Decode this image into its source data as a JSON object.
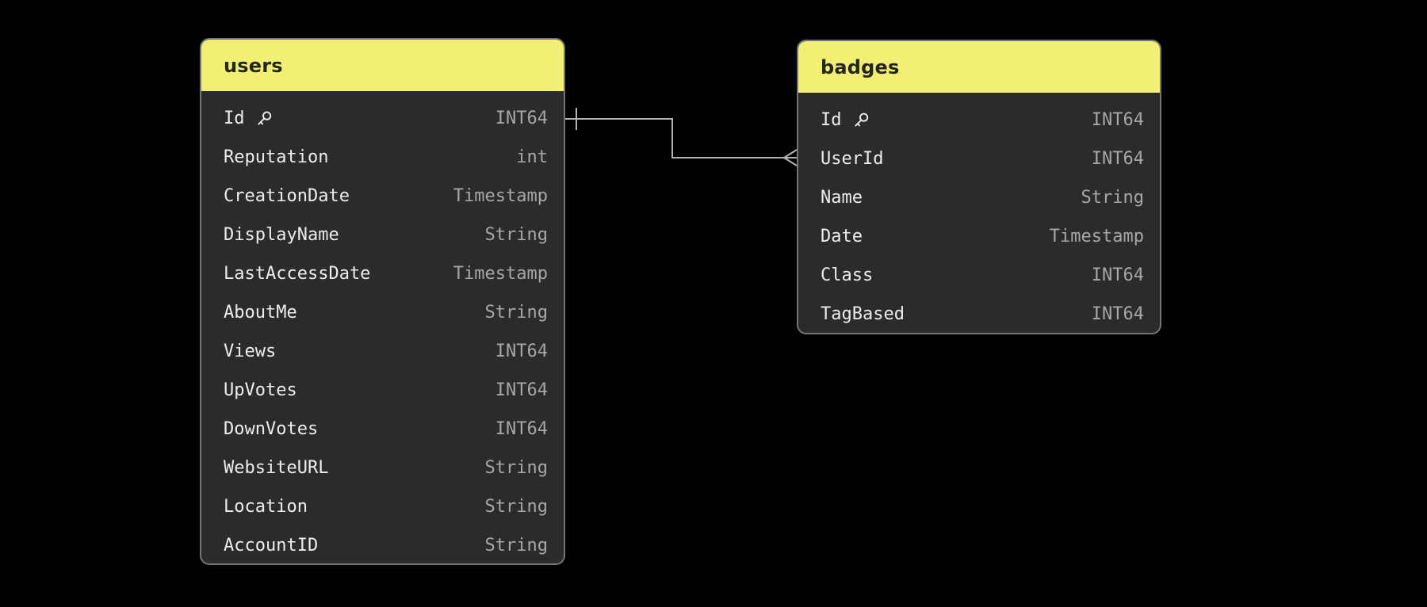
{
  "diagram": {
    "background_color": "#000000",
    "connector_color": "#b3b3b3",
    "card_body_color": "#2b2b2b",
    "card_border_color": "#757575",
    "header_color": "#f2ef75",
    "field_name_color": "#ededed",
    "field_type_color": "#a7a7ab",
    "key_icon": "key-icon"
  },
  "tables": [
    {
      "name": "users",
      "fields": [
        {
          "name": "Id",
          "type": "INT64",
          "primary_key": true
        },
        {
          "name": "Reputation",
          "type": "int",
          "primary_key": false
        },
        {
          "name": "CreationDate",
          "type": "Timestamp",
          "primary_key": false
        },
        {
          "name": "DisplayName",
          "type": "String",
          "primary_key": false
        },
        {
          "name": "LastAccessDate",
          "type": "Timestamp",
          "primary_key": false
        },
        {
          "name": "AboutMe",
          "type": "String",
          "primary_key": false
        },
        {
          "name": "Views",
          "type": "INT64",
          "primary_key": false
        },
        {
          "name": "UpVotes",
          "type": "INT64",
          "primary_key": false
        },
        {
          "name": "DownVotes",
          "type": "INT64",
          "primary_key": false
        },
        {
          "name": "WebsiteURL",
          "type": "String",
          "primary_key": false
        },
        {
          "name": "Location",
          "type": "String",
          "primary_key": false
        },
        {
          "name": "AccountID",
          "type": "String",
          "primary_key": false
        }
      ]
    },
    {
      "name": "badges",
      "fields": [
        {
          "name": "Id",
          "type": "INT64",
          "primary_key": true
        },
        {
          "name": "UserId",
          "type": "INT64",
          "primary_key": false
        },
        {
          "name": "Name",
          "type": "String",
          "primary_key": false
        },
        {
          "name": "Date",
          "type": "Timestamp",
          "primary_key": false
        },
        {
          "name": "Class",
          "type": "INT64",
          "primary_key": false
        },
        {
          "name": "TagBased",
          "type": "INT64",
          "primary_key": false
        }
      ]
    }
  ],
  "relationships": [
    {
      "from_table": "users",
      "from_field": "Id",
      "to_table": "badges",
      "to_field": "UserId",
      "from_cardinality": "one",
      "to_cardinality": "many"
    }
  ]
}
